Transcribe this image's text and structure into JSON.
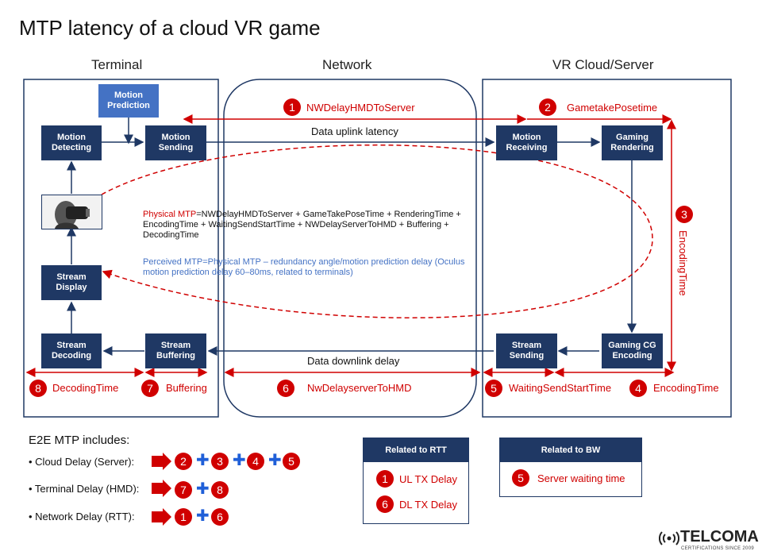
{
  "title": "MTP latency of a cloud VR game",
  "sections": {
    "terminal": "Terminal",
    "network": "Network",
    "server": "VR Cloud/Server"
  },
  "boxes": {
    "motion_prediction": "Motion\nPrediction",
    "motion_detecting": "Motion\nDetecting",
    "motion_sending": "Motion\nSending",
    "stream_display": "Stream\nDisplay",
    "stream_decoding": "Stream\nDecoding",
    "stream_buffering": "Stream\nBuffering",
    "motion_receiving": "Motion\nReceiving",
    "gaming_rendering": "Gaming\nRendering",
    "stream_sending": "Stream\nSending",
    "gaming_cg_encoding": "Gaming CG\nEncoding"
  },
  "links": {
    "uplink": "Data uplink latency",
    "downlink": "Data downlink delay"
  },
  "steps": [
    {
      "num": "1",
      "label": "NWDelayHMDToServer"
    },
    {
      "num": "2",
      "label": "GametakePosetime"
    },
    {
      "num": "3",
      "label": "EncodingTime"
    },
    {
      "num": "4",
      "label": "EncodingTime"
    },
    {
      "num": "5",
      "label": "WaitingSendStartTime"
    },
    {
      "num": "6",
      "label": "NwDelayserverToHMD"
    },
    {
      "num": "7",
      "label": "Buffering"
    },
    {
      "num": "8",
      "label": "DecodingTime"
    }
  ],
  "formula": {
    "physical_key": "Physical MTP",
    "physical_rest": "=NWDelayHMDToServer + GameTakePoseTime + RenderingTime + EncodingTime + WaitingSendStartTime + NWDelayServerToHMD + Buffering + DecodingTime",
    "perceived": "Perceived MTP=Physical MTP – redundancy angle/motion prediction delay (Oculus motion prediction delay 60–80ms, related to terminals)"
  },
  "e2e": {
    "heading": "E2E MTP includes:",
    "rows": [
      {
        "label": "• Cloud Delay (Server):",
        "nums": [
          "2",
          "3",
          "4",
          "5"
        ]
      },
      {
        "label": "• Terminal Delay (HMD):",
        "nums": [
          "7",
          "8"
        ]
      },
      {
        "label": "• Network Delay (RTT):",
        "nums": [
          "1",
          "6"
        ]
      }
    ]
  },
  "rtt_box": {
    "title": "Related to RTT",
    "items": [
      {
        "num": "1",
        "label": "UL TX Delay"
      },
      {
        "num": "6",
        "label": "DL TX Delay"
      }
    ]
  },
  "bw_box": {
    "title": "Related to BW",
    "items": [
      {
        "num": "5",
        "label": "Server waiting time"
      }
    ]
  },
  "logo": {
    "name": "TELCOMA",
    "tagline": "CERTIFICATIONS SINCE 2009"
  },
  "colors": {
    "navy": "#1f3864",
    "red": "#d00000",
    "blue": "#4472c4",
    "plus": "#1f5fd8"
  },
  "icons": {
    "headset": "vr-headset-user-icon",
    "big_arrow": "red-arrow-icon",
    "plus": "plus-icon",
    "logo": "signal-waves-icon"
  }
}
